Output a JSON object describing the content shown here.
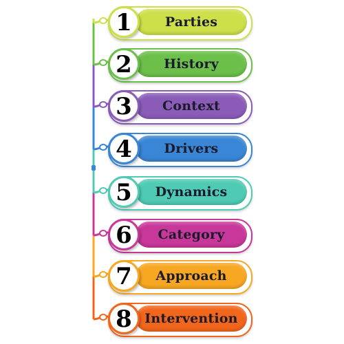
{
  "items": [
    {
      "number": "1",
      "label": "Parties",
      "color": "#cde04a",
      "border": "#cde04a"
    },
    {
      "number": "2",
      "label": "History",
      "color": "#6cc04a",
      "border": "#6cc04a"
    },
    {
      "number": "3",
      "label": "Context",
      "color": "#8a5cb8",
      "border": "#8a5cb8"
    },
    {
      "number": "4",
      "label": "Drivers",
      "color": "#3a86d6",
      "border": "#3a86d6"
    },
    {
      "number": "5",
      "label": "Dynamics",
      "color": "#4fcbb4",
      "border": "#4fcbb4"
    },
    {
      "number": "6",
      "label": "Category",
      "color": "#c8389a",
      "border": "#c8389a"
    },
    {
      "number": "7",
      "label": "Approach",
      "color": "#f7a722",
      "border": "#f7a722"
    },
    {
      "number": "8",
      "label": "Intervention",
      "color": "#f2661c",
      "border": "#f2661c"
    }
  ]
}
